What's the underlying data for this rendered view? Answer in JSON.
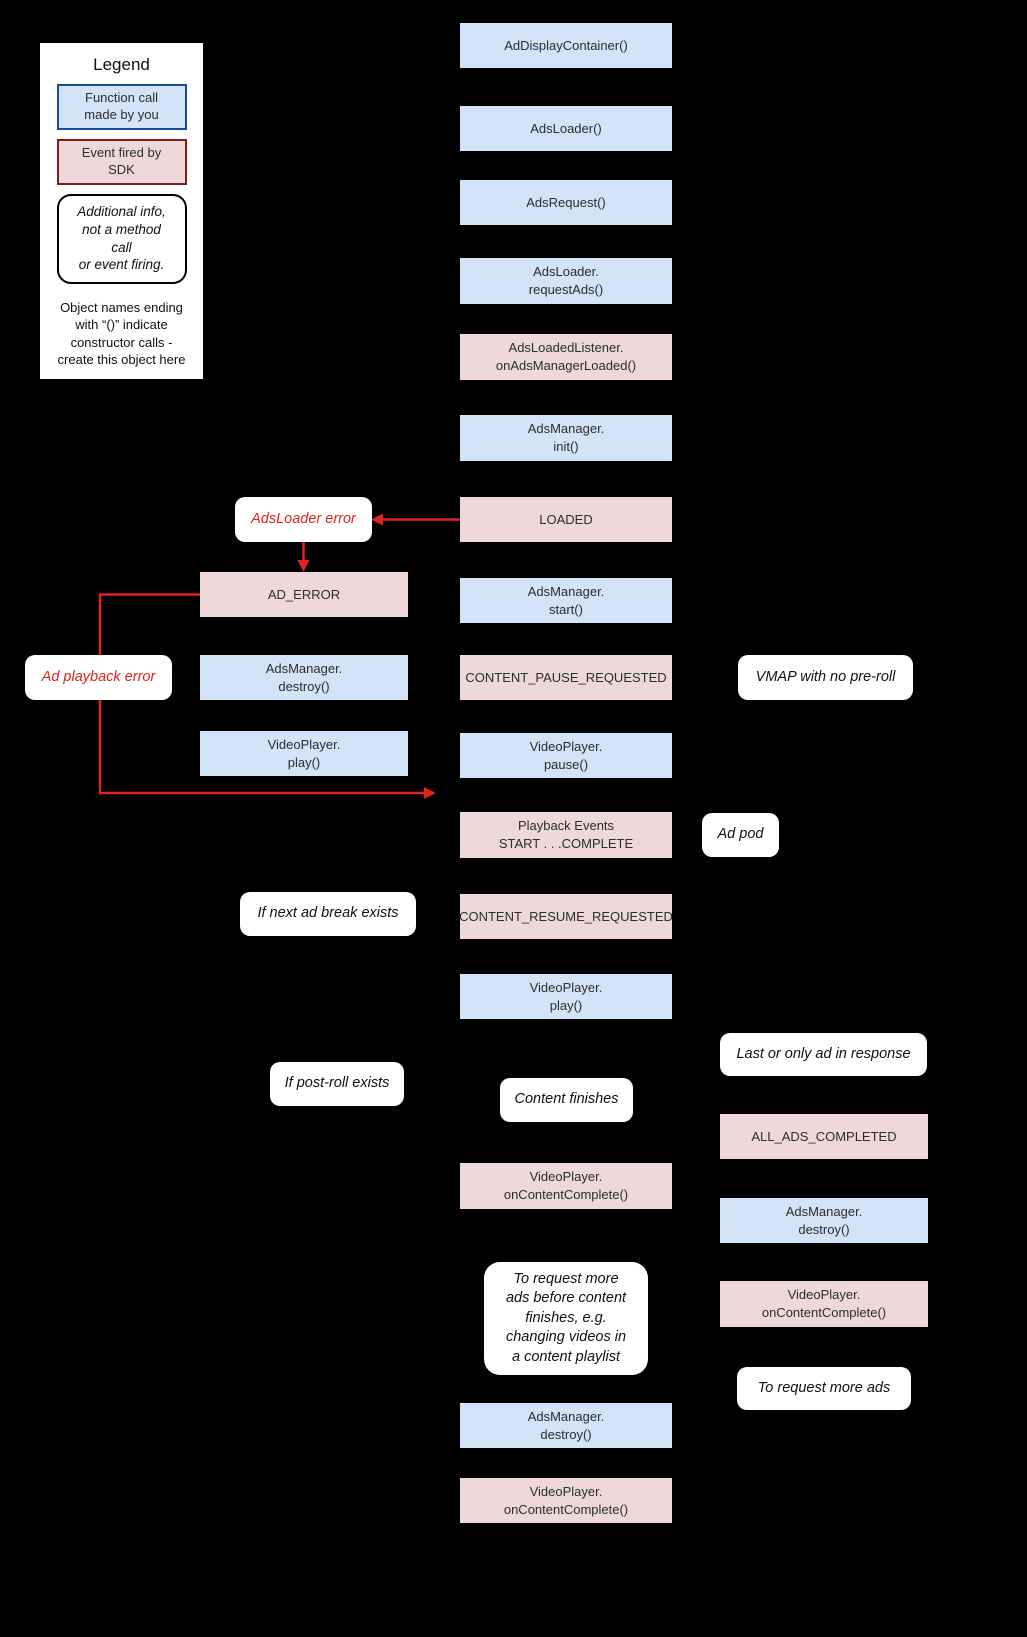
{
  "colors": {
    "background": "#000000",
    "function_call_fill": "#d3e3f8",
    "event_fill": "#eed8da",
    "info_fill": "#ffffff",
    "error_accent": "#e0231e",
    "legend_call_border": "#1b4c9b",
    "legend_event_border": "#7a1f1a"
  },
  "legend": {
    "title": "Legend",
    "function_call_label": "Function call\nmade by you",
    "event_label": "Event fired by\nSDK",
    "additional_info_label": "Additional info,\nnot a method\ncall\nor event firing.",
    "note": "Object names ending\nwith “()” indicate\nconstructor calls -\ncreate this object here"
  },
  "center_column": [
    {
      "label": "AdDisplayContainer()"
    },
    {
      "label": "AdsLoader()"
    },
    {
      "label": "AdsRequest()"
    },
    {
      "label": "AdsLoader.\nrequestAds()"
    },
    {
      "label": "AdsLoadedListener.\nonAdsManagerLoaded()"
    },
    {
      "label": "AdsManager.\ninit()"
    },
    {
      "label": "LOADED"
    },
    {
      "label": "AdsManager.\nstart()"
    },
    {
      "label": "CONTENT_PAUSE_REQUESTED"
    },
    {
      "label": "VideoPlayer.\npause()"
    },
    {
      "label": "Playback Events\nSTART . . .COMPLETE"
    },
    {
      "label": "CONTENT_RESUME_REQUESTED"
    },
    {
      "label": "VideoPlayer.\nplay()"
    },
    {
      "label": "Content finishes"
    },
    {
      "label": "VideoPlayer.\nonContentComplete()"
    },
    {
      "label": "To request more\nads before content\nfinishes, e.g.\nchanging videos in\na content playlist"
    },
    {
      "label": "AdsManager.\ndestroy()"
    },
    {
      "label": "VideoPlayer.\nonContentComplete()"
    }
  ],
  "left_branch": {
    "adsloader_error": "AdsLoader error",
    "ad_error": "AD_ERROR",
    "adsmanager_destroy": "AdsManager.\ndestroy()",
    "videoplayer_play": "VideoPlayer.\nplay()",
    "ad_playback_error": "Ad playback error",
    "if_next_ad_break": "If next ad break exists",
    "if_post_roll": "If post-roll exists"
  },
  "right_branch": {
    "vmap_no_preroll": "VMAP with no pre-roll",
    "ad_pod": "Ad pod",
    "last_or_only_ad": "Last or only ad in response",
    "all_ads_completed": "ALL_ADS_COMPLETED",
    "adsmanager_destroy": "AdsManager.\ndestroy()",
    "videoplayer_oncontentcomplete": "VideoPlayer.\nonContentComplete()",
    "to_request_more_ads": "To request more ads"
  }
}
